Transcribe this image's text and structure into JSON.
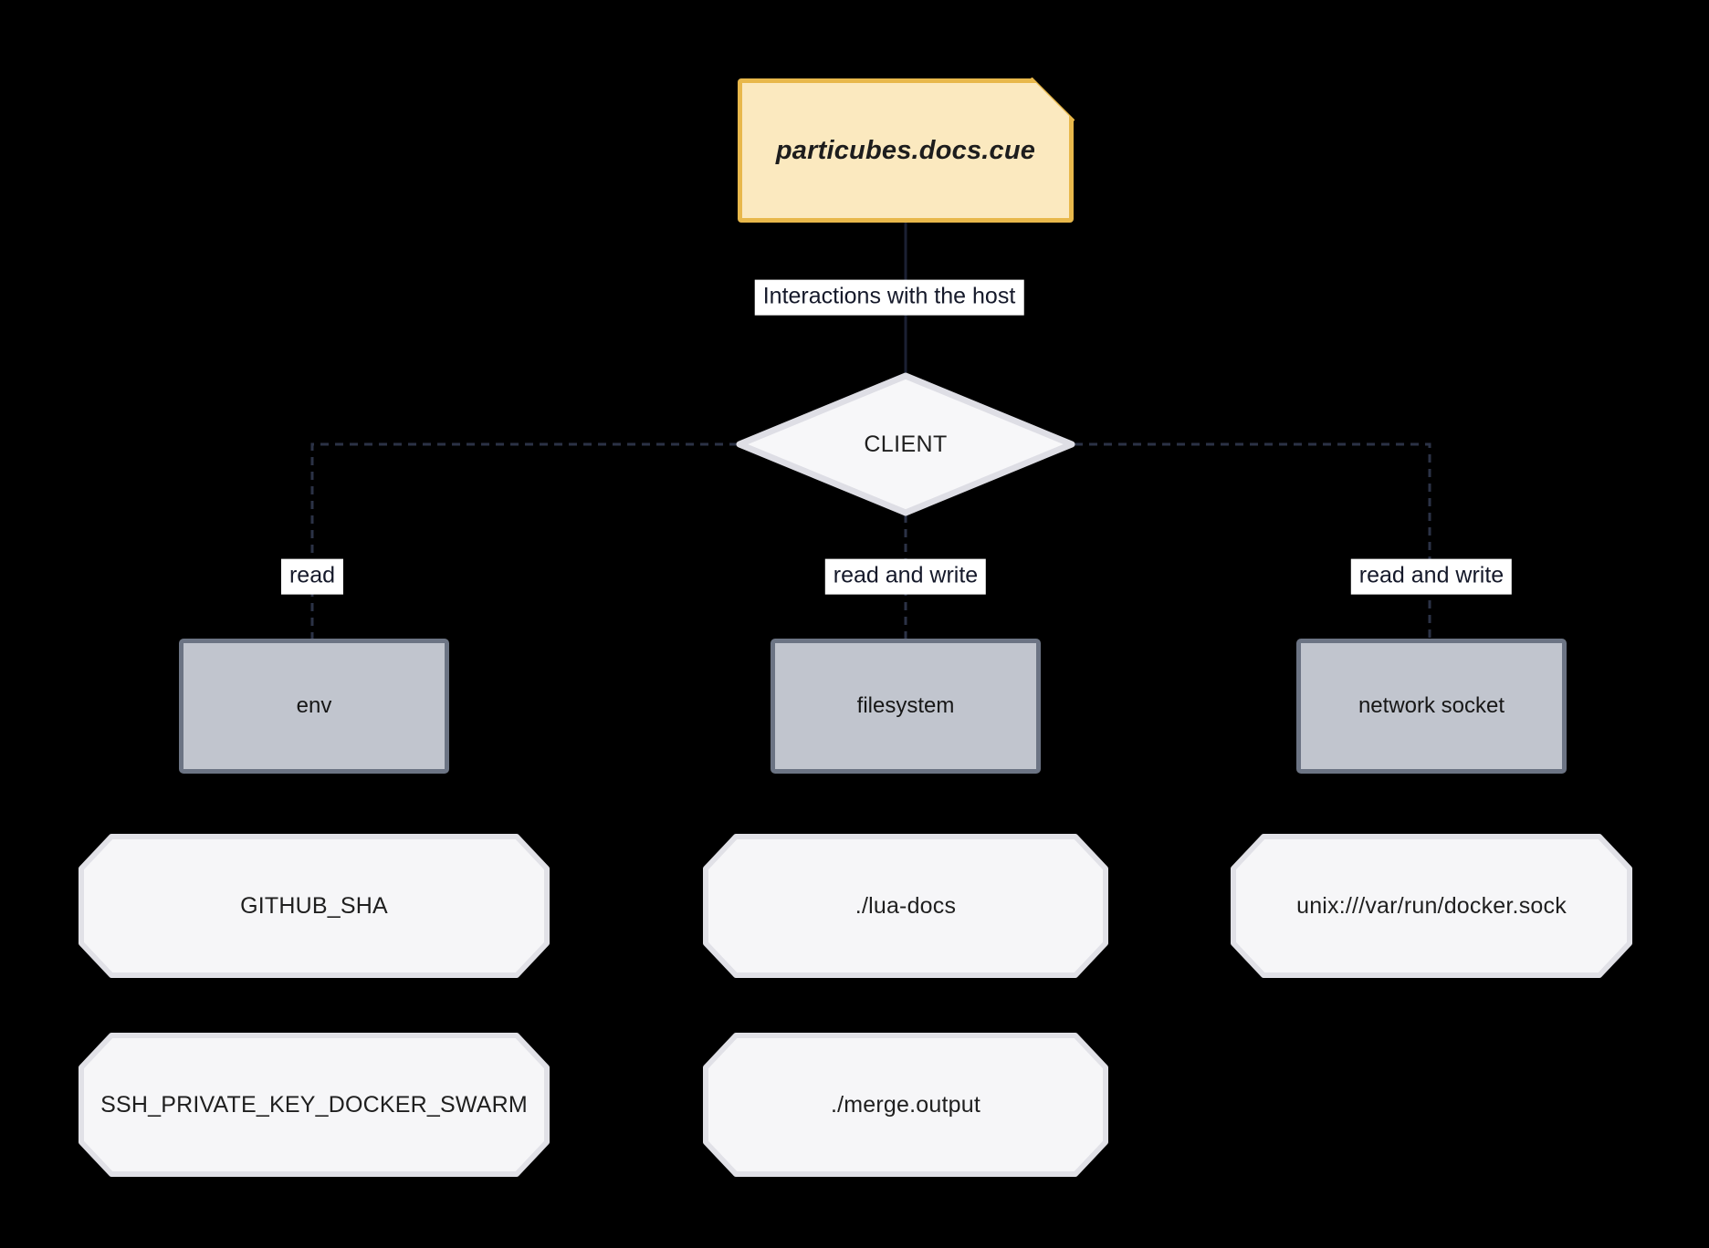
{
  "diagram": {
    "type": "flowchart",
    "background_color": "#000000",
    "title_node": {
      "id": "docs-note",
      "label": "particubes.docs.cue",
      "shape": "note",
      "fill": "#fbe9bf",
      "stroke": "#e8b84b"
    },
    "decision_node": {
      "id": "client",
      "label": "CLIENT",
      "shape": "diamond",
      "fill": "#f7f7f9",
      "stroke": "#dedee5"
    },
    "edges": [
      {
        "from": "docs-note",
        "to": "client",
        "label": "Interactions with the host",
        "style": "solid"
      },
      {
        "from": "client",
        "to": "env",
        "label": "read",
        "style": "dashed"
      },
      {
        "from": "client",
        "to": "filesystem",
        "label": "read and write",
        "style": "dashed"
      },
      {
        "from": "client",
        "to": "network-socket",
        "label": "read and write",
        "style": "dashed"
      }
    ],
    "resource_nodes": [
      {
        "id": "env",
        "label": "env",
        "shape": "rect",
        "fill": "#c1c5ce",
        "stroke": "#6c7484"
      },
      {
        "id": "filesystem",
        "label": "filesystem",
        "shape": "rect",
        "fill": "#c1c5ce",
        "stroke": "#6c7484"
      },
      {
        "id": "network-socket",
        "label": "network socket",
        "shape": "rect",
        "fill": "#c1c5ce",
        "stroke": "#6c7484"
      }
    ],
    "value_nodes": [
      {
        "id": "github-sha",
        "label": "GITHUB_SHA",
        "shape": "octagon",
        "column": "env"
      },
      {
        "id": "ssh-private-key",
        "label": "SSH_PRIVATE_KEY_DOCKER_SWARM",
        "shape": "octagon",
        "column": "env"
      },
      {
        "id": "lua-docs",
        "label": "./lua-docs",
        "shape": "octagon",
        "column": "filesystem"
      },
      {
        "id": "merge-output",
        "label": "./merge.output",
        "shape": "octagon",
        "column": "filesystem"
      },
      {
        "id": "docker-sock",
        "label": "unix:///var/run/docker.sock",
        "shape": "octagon",
        "column": "network-socket"
      }
    ],
    "colors": {
      "note_fill": "#fbe9bf",
      "note_stroke": "#e8b84b",
      "neutral_fill": "#f7f7f9",
      "neutral_stroke": "#dedee5",
      "resource_fill": "#c1c5ce",
      "resource_stroke": "#6c7484",
      "edge_stroke": "#1b2033",
      "label_bg": "#ffffff",
      "text": "#1f1f1f"
    }
  }
}
